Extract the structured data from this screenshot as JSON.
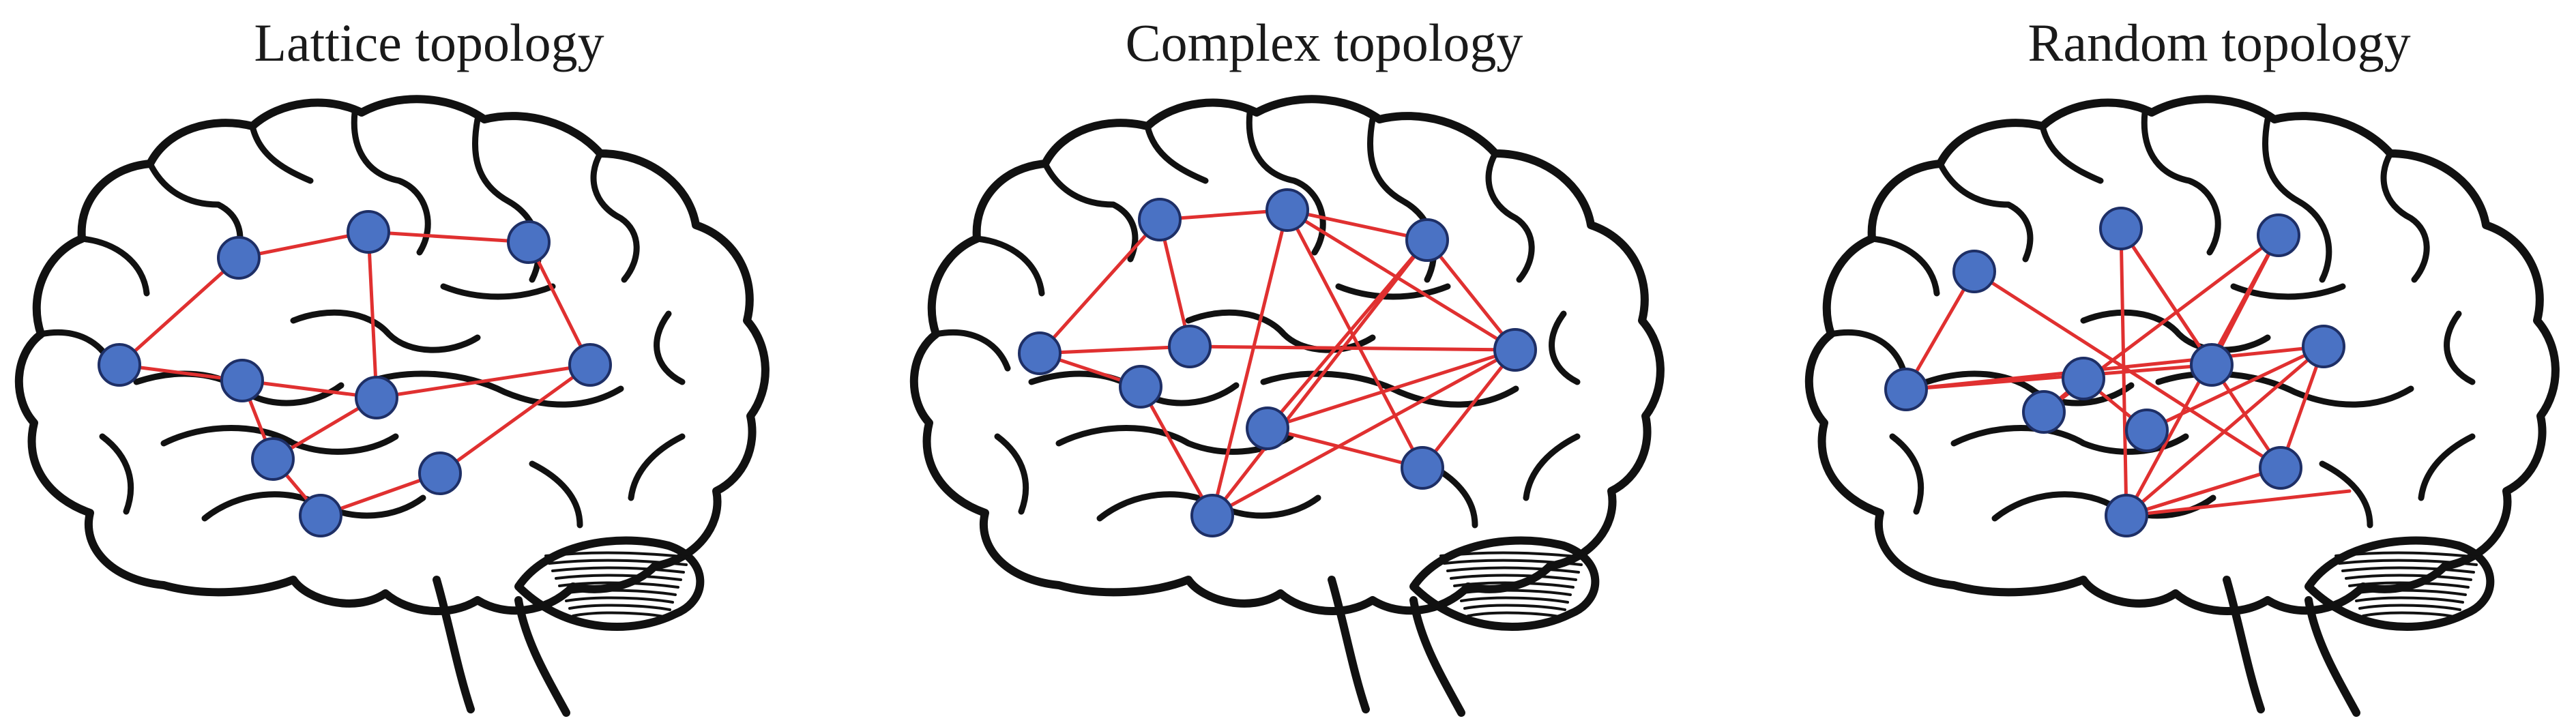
{
  "panels": [
    {
      "id": "lattice",
      "title": "Lattice topology"
    },
    {
      "id": "complex",
      "title": "Complex topology"
    },
    {
      "id": "random",
      "title": "Random topology"
    }
  ],
  "colors": {
    "edge": "#e03030",
    "node_fill": "#4a72c4",
    "node_stroke": "#1e2f66",
    "outline": "#111111"
  }
}
